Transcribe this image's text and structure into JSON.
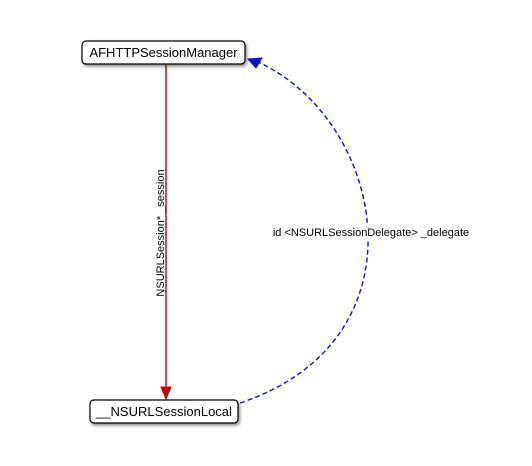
{
  "diagram": {
    "nodes": {
      "manager": {
        "label": "AFHTTPSessionManager"
      },
      "session_local": {
        "label": "__NSURLSessionLocal"
      }
    },
    "edges": {
      "session": {
        "label": "NSURLSession* _session",
        "color": "#c00000",
        "style": "solid"
      },
      "delegate": {
        "label": "id <NSURLSessionDelegate> _delegate",
        "color": "#1010c8",
        "style": "dashed"
      }
    }
  }
}
